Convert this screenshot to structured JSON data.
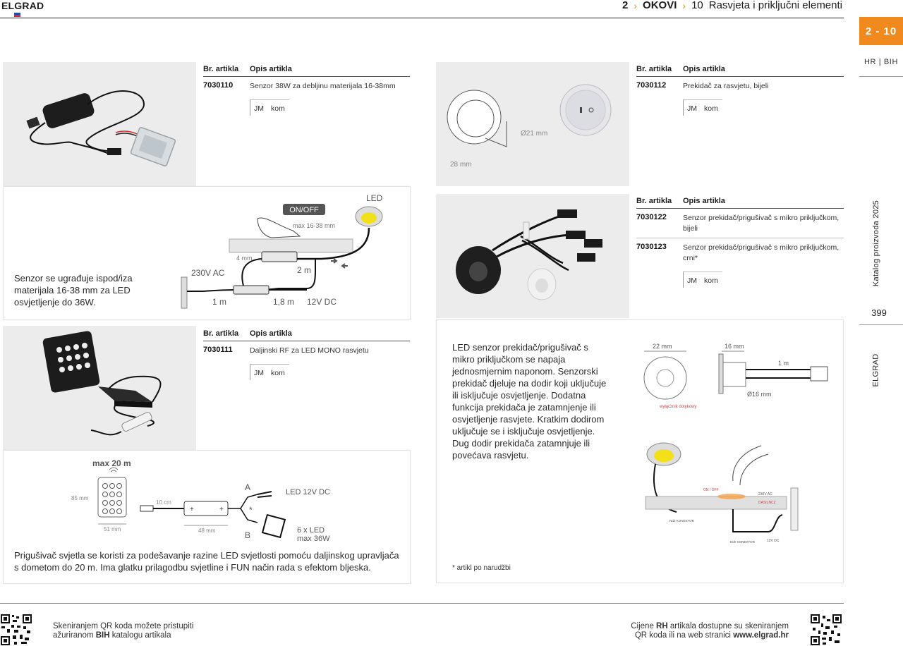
{
  "header": {
    "brand": "ELGRAD",
    "crumb_chapter": "2",
    "crumb_section": "OKOVI",
    "crumb_sub_num": "10",
    "crumb_sub_title": "Rasvjeta i priključni elementi"
  },
  "sidebar": {
    "tab": "2 - 10",
    "lang": "HR | BIH",
    "catalog": "Katalog proizvoda 2025",
    "page": "399",
    "brand_vertical": "ELGRAD"
  },
  "table_headers": {
    "code": "Br. artikla",
    "desc": "Opis artikla"
  },
  "units": {
    "jm": "JM",
    "kom": "kom"
  },
  "products": [
    {
      "code": "7030110",
      "desc": "Senzor 38W za debljinu materijala 16-38mm"
    },
    {
      "code": "7030112",
      "desc": "Prekidač za rasvjetu, bijeli"
    },
    {
      "code": "7030122",
      "desc": "Senzor prekidač/prigušivač s mikro priključkom, bijeli"
    },
    {
      "code": "7030123",
      "desc": "Senzor prekidač/prigušivač s mikro priključkom, crni*"
    },
    {
      "code": "7030111",
      "desc": "Daljinski RF za LED MONO rasvjetu"
    }
  ],
  "diagram1": {
    "text": "Senzor se ugrađuje ispod/iza materijala 16-38 mm za LED osvjetljenje do 36W.",
    "on_off": "ON/OFF",
    "led": "LED",
    "max": "max 16-38 mm",
    "d4": "4 mm",
    "ac": "230V AC",
    "l2": "2 m",
    "l1": "1 m",
    "l18": "1,8 m",
    "dc": "12V DC"
  },
  "diagram2": {
    "text": "Prigušivač svjetla se koristi za podešavanje razine LED svjetlosti pomoću daljinskog upravljača s dometom do 20 m. Ima glatku prilagodbu svjetline i FUN način rada s efektom bljeska.",
    "max20": "max 20 m",
    "h85": "85 mm",
    "w51": "51 mm",
    "l10": "10 cm",
    "w48": "48 mm",
    "a": "A",
    "b": "B",
    "star": "*",
    "led12": "LED 12V DC",
    "led6": "6 x LED",
    "max36": "max 36W"
  },
  "switch_dims": {
    "d21": "Ø21 mm",
    "d28": "28 mm"
  },
  "sensor_card": {
    "text": "LED senzor prekidač/prigušivač s mikro priključkom se napaja jednosmjernim naponom. Senzorski prekidač djeluje na dodir koji uključuje ili isključuje osvjetljenje. Dodatna funkcija prekidača je zatamnjenje ili osvjetljenje rasvjete. Kratkim dodirom uključuje se i isključuje osvjetljenje. Dug dodir prekidača zatamnjuje ili povećava rasvjetu.",
    "footnote": "* artikl po narudžbi",
    "d22": "22 mm",
    "d16": "16 mm",
    "d1m": "1 m",
    "dd16": "Ø16 mm",
    "touch": "wyłącznik dotykowy",
    "onoff": "ON / OFF",
    "ac": "230V AC",
    "ninja": "DASILNCZ",
    "upper": "NIŽI KONEKTOR",
    "lower": "NIŽI KONEKTOR",
    "dc": "12V DC"
  },
  "footer": {
    "left_1": "Skeniranjem QR koda možete pristupiti",
    "left_2a": "ažuriranom ",
    "left_2b": "BIH",
    "left_2c": " katalogu artikala",
    "right_1a": "Cijene ",
    "right_1b": "RH",
    "right_1c": " artikala dostupne su skeniranjem",
    "right_2a": "QR koda ili na web stranici ",
    "right_2b": "www.elgrad.hr"
  }
}
